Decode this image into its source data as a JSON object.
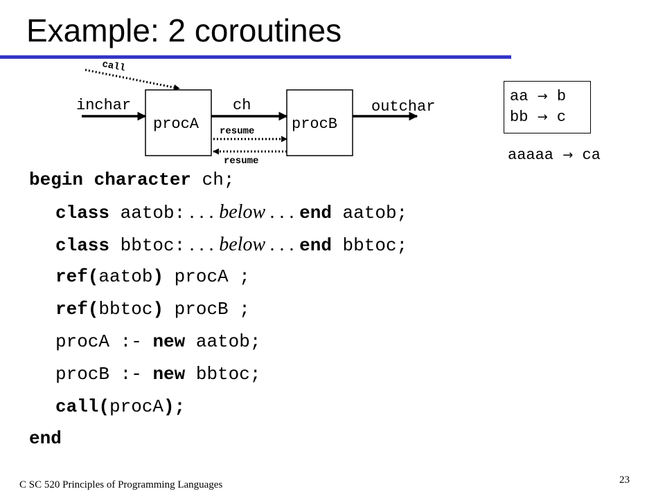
{
  "slide": {
    "title": "Example: 2 coroutines",
    "footer": "C SC 520 Principles of Programming Languages",
    "page_number": "23"
  },
  "diagram": {
    "call_label": "call",
    "input_label": "inchar",
    "channel_label": "ch",
    "output_label": "outchar",
    "proc_a_label": "procA",
    "proc_b_label": "procB",
    "resume_top_label": "resume",
    "resume_bottom_label": "resume"
  },
  "rules": {
    "items": [
      {
        "from": "aa",
        "arrow": "→",
        "to": "b"
      },
      {
        "from": "bb",
        "arrow": "→",
        "to": "c"
      }
    ],
    "example": {
      "from": "aaaaa",
      "arrow": "→",
      "to": "ca"
    }
  },
  "code": {
    "line1": {
      "kw": "begin character",
      "rest": " ch;"
    },
    "line2": {
      "kw1": "class",
      "name": " aatob:",
      "dots1": " . . . ",
      "below": "below",
      "dots2": " . . . ",
      "kw2": "end",
      "rest": " aatob;"
    },
    "line3": {
      "kw1": "class",
      "name": " bbtoc:",
      "dots1": " . . . ",
      "below": "below",
      "dots2": " . . . ",
      "kw2": "end",
      "rest": " bbtoc;"
    },
    "line4": {
      "kw": "ref(",
      "arg": "aatob",
      "kw2": ")",
      "rest": " procA ;"
    },
    "line5": {
      "kw": "ref(",
      "arg": "bbtoc",
      "kw2": ")",
      "rest": " procB ;"
    },
    "line6": {
      "pre": "procA :- ",
      "kw": "new",
      "rest": " aatob;"
    },
    "line7": {
      "pre": "procB :- ",
      "kw": "new",
      "rest": " bbtoc;"
    },
    "line8": {
      "kw": "call(",
      "arg": "procA",
      "kw2": ");"
    },
    "line9": {
      "kw": "end"
    }
  }
}
